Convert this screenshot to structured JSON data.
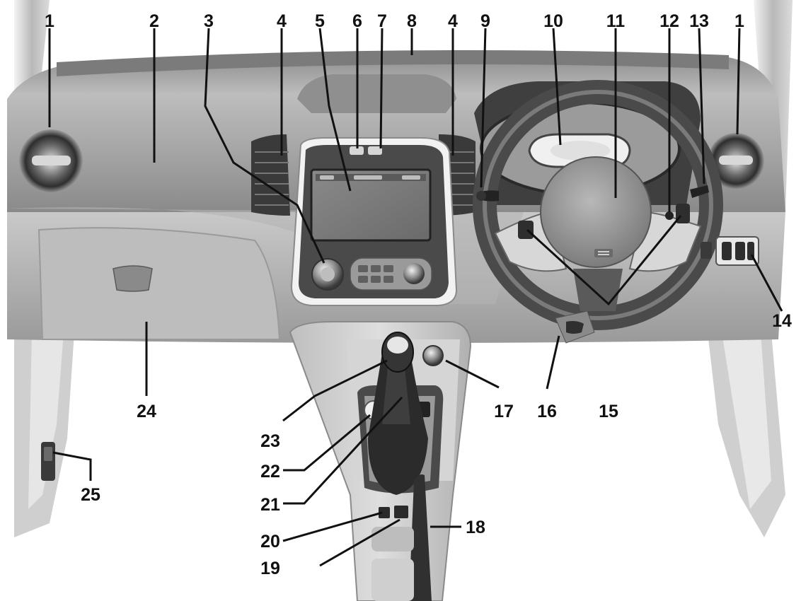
{
  "callouts": [
    {
      "id": "c1a",
      "number": "1"
    },
    {
      "id": "c2",
      "number": "2"
    },
    {
      "id": "c3",
      "number": "3"
    },
    {
      "id": "c4a",
      "number": "4"
    },
    {
      "id": "c5",
      "number": "5"
    },
    {
      "id": "c6",
      "number": "6"
    },
    {
      "id": "c7",
      "number": "7"
    },
    {
      "id": "c8",
      "number": "8"
    },
    {
      "id": "c4b",
      "number": "4"
    },
    {
      "id": "c9",
      "number": "9"
    },
    {
      "id": "c10",
      "number": "10"
    },
    {
      "id": "c11",
      "number": "11"
    },
    {
      "id": "c12",
      "number": "12"
    },
    {
      "id": "c13",
      "number": "13"
    },
    {
      "id": "c1b",
      "number": "1"
    },
    {
      "id": "c14",
      "number": "14"
    },
    {
      "id": "c15",
      "number": "15"
    },
    {
      "id": "c16",
      "number": "16"
    },
    {
      "id": "c17",
      "number": "17"
    },
    {
      "id": "c18",
      "number": "18"
    },
    {
      "id": "c19",
      "number": "19"
    },
    {
      "id": "c20",
      "number": "20"
    },
    {
      "id": "c21",
      "number": "21"
    },
    {
      "id": "c22",
      "number": "22"
    },
    {
      "id": "c23",
      "number": "23"
    },
    {
      "id": "c24",
      "number": "24"
    },
    {
      "id": "c25",
      "number": "25"
    }
  ],
  "colors": {
    "dash_light": "#d7d7d7",
    "dash_mid": "#a9a9a9",
    "dash_dark": "#6e6e6e",
    "trim_black": "#2b2b2b",
    "chrome": "#f1f1f1",
    "label": "#111111"
  }
}
